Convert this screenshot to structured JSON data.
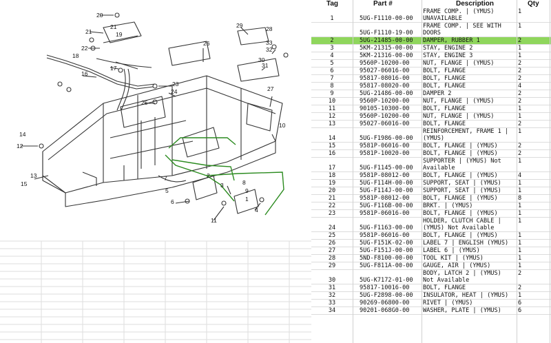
{
  "table": {
    "headers": {
      "tag": "Tag",
      "part": "Part #",
      "desc": "Description",
      "qty": "Qty"
    },
    "highlight_color": "#8fd65c",
    "rows": [
      {
        "tag": "1",
        "part": "5UG-F1110-00-00",
        "desc": "FRAME COMP. | (YMUS) UNAVAILABLE",
        "qty": "1"
      },
      {
        "tag": "",
        "part": "5UG-F1110-19-00",
        "desc": "FRAME COMP. | SEE WITH DOORS",
        "qty": "1"
      },
      {
        "tag": "2",
        "part": "5UG-21485-00-00",
        "desc": "DAMPER, RUBBER 1",
        "qty": "2",
        "highlight": true
      },
      {
        "tag": "3",
        "part": "5KM-21315-00-00",
        "desc": "STAY, ENGINE 2",
        "qty": "1"
      },
      {
        "tag": "4",
        "part": "5KM-21316-00-00",
        "desc": "STAY, ENGINE 3",
        "qty": "1"
      },
      {
        "tag": "5",
        "part": "9560P-10200-00",
        "desc": "NUT, FLANGE | (YMUS)",
        "qty": "2"
      },
      {
        "tag": "6",
        "part": "95027-06016-00",
        "desc": "BOLT, FLANGE",
        "qty": "2"
      },
      {
        "tag": "7",
        "part": "95817-08016-00",
        "desc": "BOLT, FLANGE",
        "qty": "2"
      },
      {
        "tag": "8",
        "part": "95817-08020-00",
        "desc": "BOLT, FLANGE",
        "qty": "4"
      },
      {
        "tag": "9",
        "part": "5UG-21486-00-00",
        "desc": "DAMPER 2",
        "qty": "2"
      },
      {
        "tag": "10",
        "part": "9560P-10200-00",
        "desc": "NUT, FLANGE | (YMUS)",
        "qty": "2"
      },
      {
        "tag": "11",
        "part": "90105-10300-00",
        "desc": "BOLT, FLANGE",
        "qty": "1"
      },
      {
        "tag": "12",
        "part": "9560P-10200-00",
        "desc": "NUT, FLANGE | (YMUS)",
        "qty": "1"
      },
      {
        "tag": "13",
        "part": "95027-06016-00",
        "desc": "BOLT, FLANGE",
        "qty": "2"
      },
      {
        "tag": "14",
        "part": "5UG-F1986-00-00",
        "desc": "REINFORCEMENT, FRAME 1 | (YMUS)",
        "qty": "1"
      },
      {
        "tag": "15",
        "part": "9581P-06016-00",
        "desc": "BOLT, FLANGE | (YMUS)",
        "qty": "2"
      },
      {
        "tag": "16",
        "part": "9581P-10020-00",
        "desc": "BOLT, FLANGE | (YMUS)",
        "qty": "2"
      },
      {
        "tag": "17",
        "part": "5UG-F1145-00-00",
        "desc": "SUPPORTER | (YMUS) Not Available",
        "qty": "1"
      },
      {
        "tag": "18",
        "part": "9581P-08012-00",
        "desc": "BOLT, FLANGE | (YMUS)",
        "qty": "4"
      },
      {
        "tag": "19",
        "part": "5UG-F114H-00-00",
        "desc": "SUPPORT, SEAT | (YMUS)",
        "qty": "1"
      },
      {
        "tag": "20",
        "part": "5UG-F114J-00-00",
        "desc": "SUPPORT, SEAT | (YMUS)",
        "qty": "1"
      },
      {
        "tag": "21",
        "part": "9581P-08012-00",
        "desc": "BOLT, FLANGE | (YMUS)",
        "qty": "8"
      },
      {
        "tag": "22",
        "part": "5UG-F116B-00-00",
        "desc": "BRKT. | (YMUS)",
        "qty": "1"
      },
      {
        "tag": "23",
        "part": "9581P-06016-00",
        "desc": "BOLT, FLANGE | (YMUS)",
        "qty": "1"
      },
      {
        "tag": "24",
        "part": "5UG-F1163-00-00",
        "desc": "HOLDER, CLUTCH CABLE | (YMUS) Not Available",
        "qty": "1"
      },
      {
        "tag": "25",
        "part": "9581P-06016-00",
        "desc": "BOLT, FLANGE | (YMUS)",
        "qty": "1"
      },
      {
        "tag": "26",
        "part": "5UG-F151K-02-00",
        "desc": "LABEL 7 | ENGLISH (YMUS)",
        "qty": "1"
      },
      {
        "tag": "27",
        "part": "5UG-F151J-00-00",
        "desc": "LABEL 6 | (YMUS)",
        "qty": "1"
      },
      {
        "tag": "28",
        "part": "5ND-F8100-00-00",
        "desc": "TOOL KIT | (YMUS)",
        "qty": "1"
      },
      {
        "tag": "29",
        "part": "5UG-F811A-00-00",
        "desc": "GAUGE, AIR | (YMUS)",
        "qty": "1"
      },
      {
        "tag": "30",
        "part": "5UG-K7172-01-00",
        "desc": "BODY, LATCH 2 | (YMUS) Not Available",
        "qty": "2"
      },
      {
        "tag": "31",
        "part": "95817-10016-00",
        "desc": "BOLT, FLANGE",
        "qty": "2"
      },
      {
        "tag": "32",
        "part": "5UG-F2898-00-00",
        "desc": "INSULATOR, HEAT | (YMUS)",
        "qty": "1"
      },
      {
        "tag": "33",
        "part": "90269-06800-00",
        "desc": "RIVET | (YMUS)",
        "qty": "6"
      },
      {
        "tag": "34",
        "part": "90201-068G0-00",
        "desc": "WASHER, PLATE | (YMUS)",
        "qty": "6"
      }
    ]
  },
  "diagram": {
    "callouts": [
      "20",
      "21",
      "21",
      "19",
      "22",
      "18",
      "16",
      "17",
      "12",
      "14",
      "13",
      "15",
      "28",
      "29",
      "33",
      "32",
      "31",
      "30",
      "26",
      "27",
      "23",
      "24",
      "25",
      "7",
      "5",
      "6",
      "11",
      "1",
      "2",
      "3",
      "4",
      "8",
      "9",
      "10"
    ],
    "highlight_color": "#2a8a1e",
    "line_color": "#333333"
  }
}
